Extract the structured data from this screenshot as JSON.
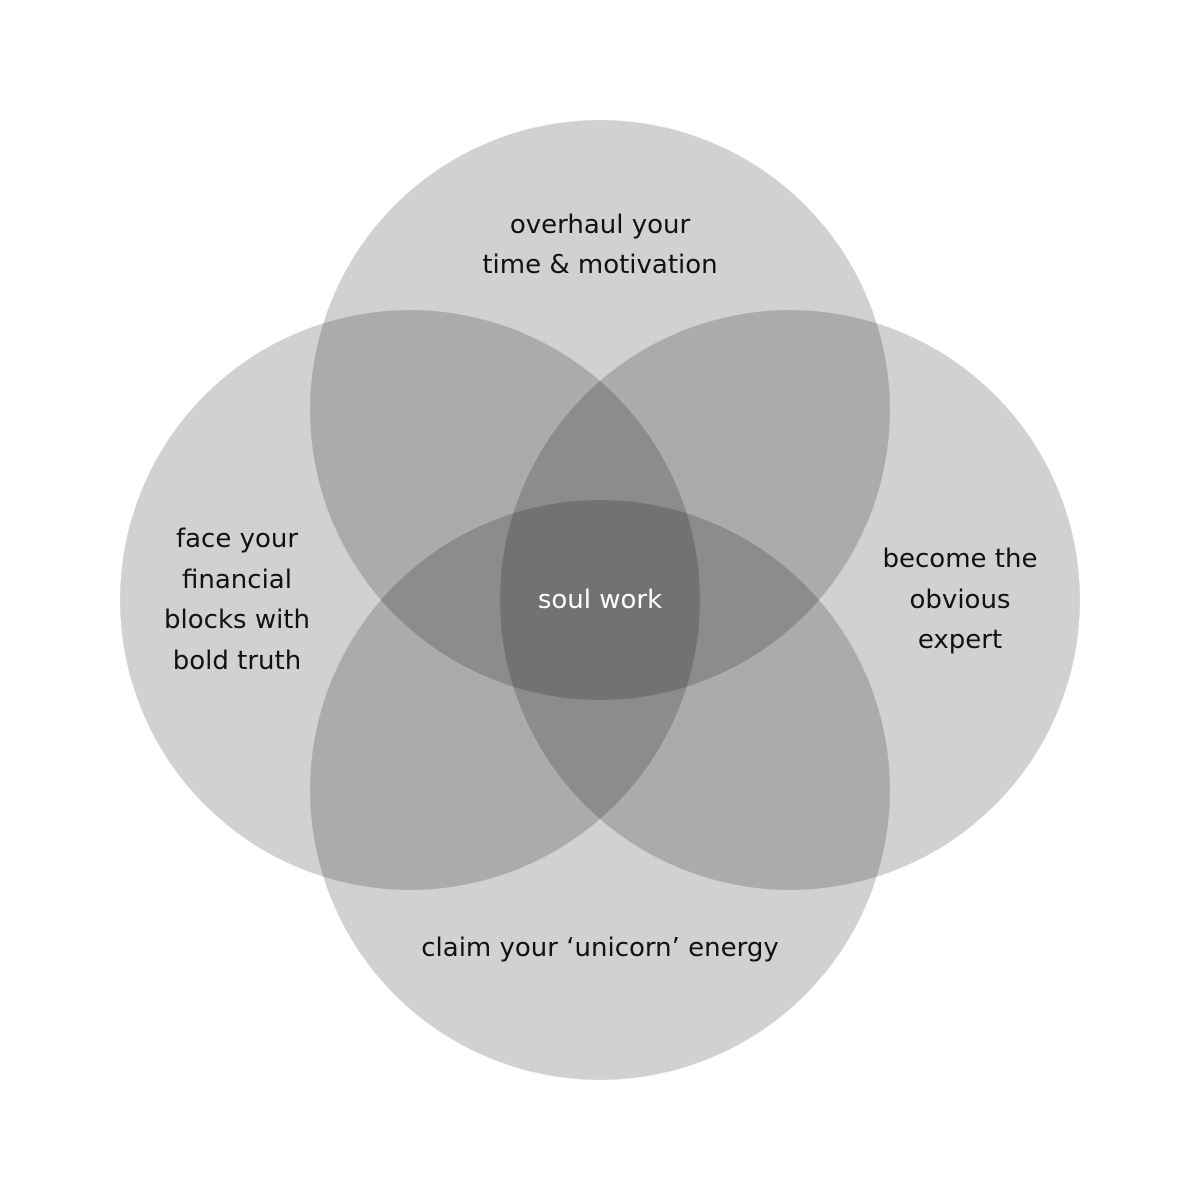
{
  "diagram": {
    "type": "venn",
    "colors": {
      "circle": "#000000",
      "background": "#ffffff",
      "text": "#111111",
      "center_text": "#ffffff"
    },
    "circles": [
      {
        "id": "top",
        "label_lines": [
          "overhaul your",
          "time & motivation"
        ]
      },
      {
        "id": "left",
        "label_lines": [
          "face your",
          "financial",
          "blocks with",
          "bold truth"
        ]
      },
      {
        "id": "right",
        "label_lines": [
          "become the",
          "obvious",
          "expert"
        ]
      },
      {
        "id": "bottom",
        "label_lines": [
          "claim your ‘unicorn’ energy"
        ]
      }
    ],
    "center_label": "soul work"
  }
}
